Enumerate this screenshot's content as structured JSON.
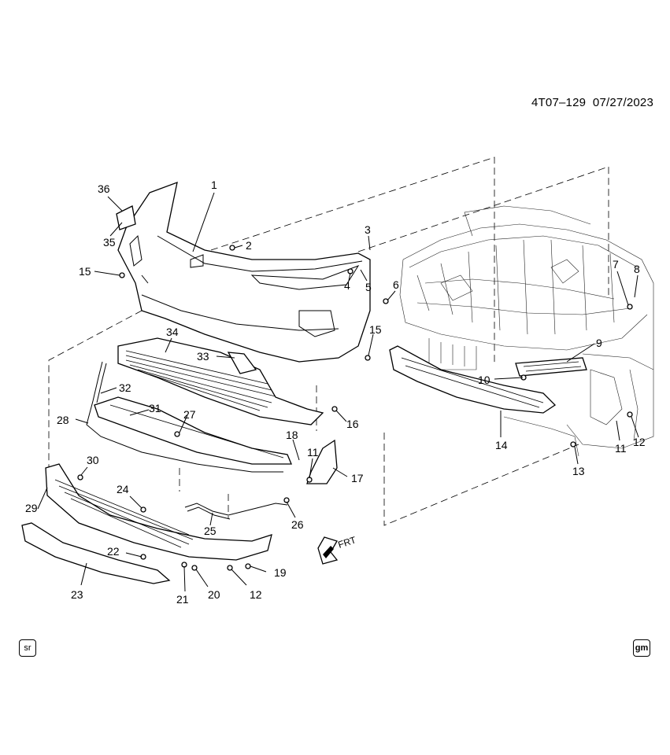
{
  "header": {
    "diagram_code": "4T07–129",
    "date": "07/27/2023"
  },
  "footer": {
    "left_badge": "sr",
    "right_badge": "gm"
  },
  "direction_indicator": {
    "label": "FRT"
  },
  "callouts": [
    "1",
    "2",
    "3",
    "4",
    "5",
    "6",
    "7",
    "8",
    "9",
    "10",
    "11",
    "11",
    "12",
    "12",
    "13",
    "14",
    "15",
    "15",
    "16",
    "17",
    "18",
    "19",
    "20",
    "21",
    "22",
    "23",
    "24",
    "25",
    "26",
    "27",
    "28",
    "29",
    "30",
    "31",
    "32",
    "33",
    "34",
    "35",
    "36"
  ]
}
